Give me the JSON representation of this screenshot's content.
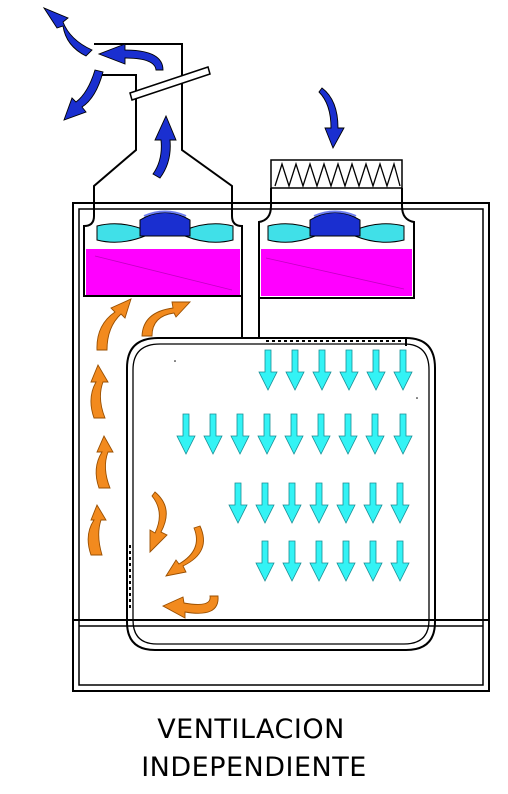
{
  "caption": {
    "line1": "VENTILACION",
    "line2": "INDEPENDIENTE"
  },
  "colors": {
    "exhaust_arrows": "#1a2fd0",
    "intake_arrow": "#1a2fd0",
    "fan_hub": "#1a2fd0",
    "fan_blades": "#40e0e8",
    "hepa_filter": "#ff00ff",
    "downflow_arrows": "#33f3f5",
    "recirculation_arrows": "#f28a1e",
    "outline": "#000000"
  },
  "icons": {
    "fan": "fan-icon",
    "filter": "hepa-filter",
    "prefilter": "zigzag-prefilter",
    "damper": "damper-icon"
  }
}
